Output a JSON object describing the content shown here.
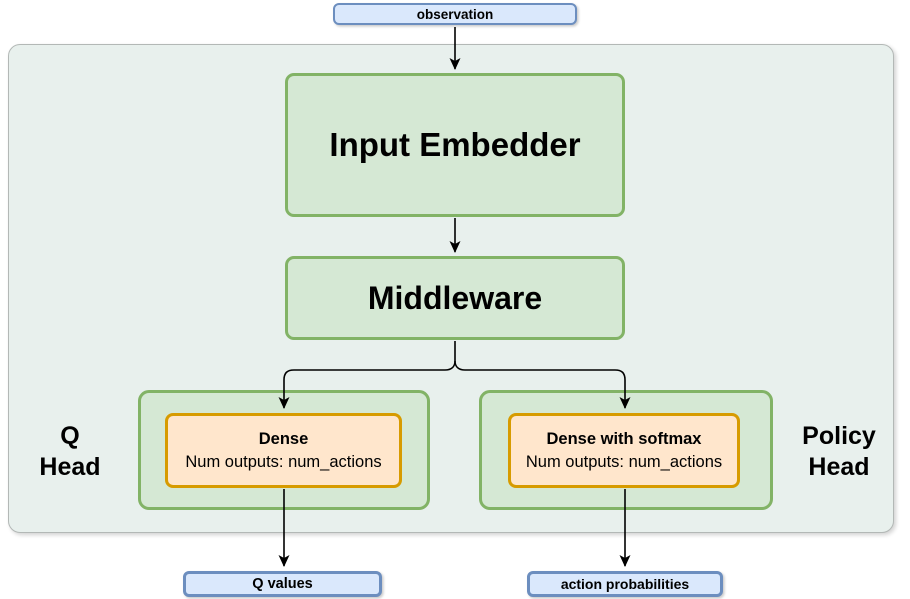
{
  "diagram": {
    "nodes": {
      "observation": {
        "label": "observation"
      },
      "input_embedder": {
        "label": "Input Embedder"
      },
      "middleware": {
        "label": "Middleware"
      },
      "q_head": {
        "label_line1": "Q",
        "label_line2": "Head",
        "dense": {
          "title": "Dense",
          "subtitle": "Num outputs: num_actions"
        }
      },
      "policy_head": {
        "label_line1": "Policy",
        "label_line2": "Head",
        "dense": {
          "title": "Dense with softmax",
          "subtitle": "Num outputs: num_actions"
        }
      },
      "q_values": {
        "label": "Q values"
      },
      "action_probabilities": {
        "label": "action probabilities"
      }
    },
    "colors": {
      "green_fill": "#d5e8d4",
      "green_border": "#82b366",
      "orange_fill": "#ffe6cc",
      "orange_border": "#d79b00",
      "blue_fill": "#dae8fc",
      "blue_border": "#6c8ebf",
      "container_fill": "#e8f0ed",
      "container_border": "#b3b8b6",
      "arrow": "#000000"
    }
  }
}
